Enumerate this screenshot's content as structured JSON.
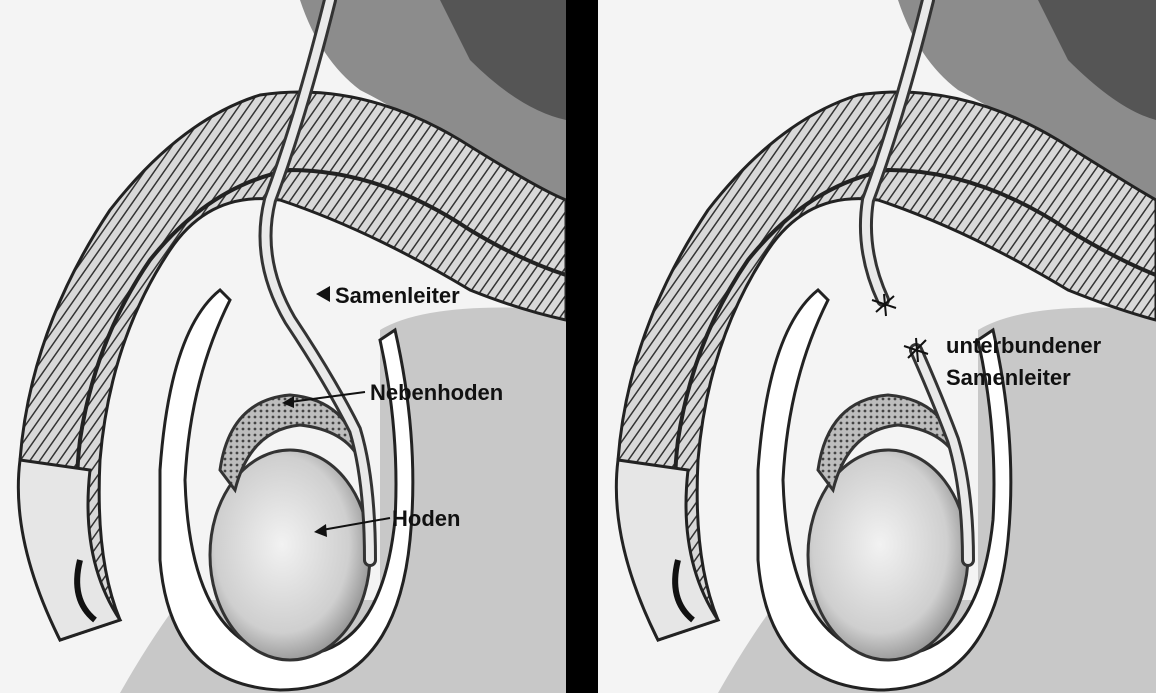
{
  "figure": {
    "left_panel": {
      "labels": {
        "vas_deferens": "Samenleiter",
        "epididymis": "Nebenhoden",
        "testis": "Hoden"
      }
    },
    "right_panel": {
      "labels": {
        "ligated_line1": "unterbundener",
        "ligated_line2": "Samenleiter"
      }
    },
    "colors": {
      "divider": "#000000",
      "background": "#ffffff",
      "ink": "#111111"
    }
  }
}
